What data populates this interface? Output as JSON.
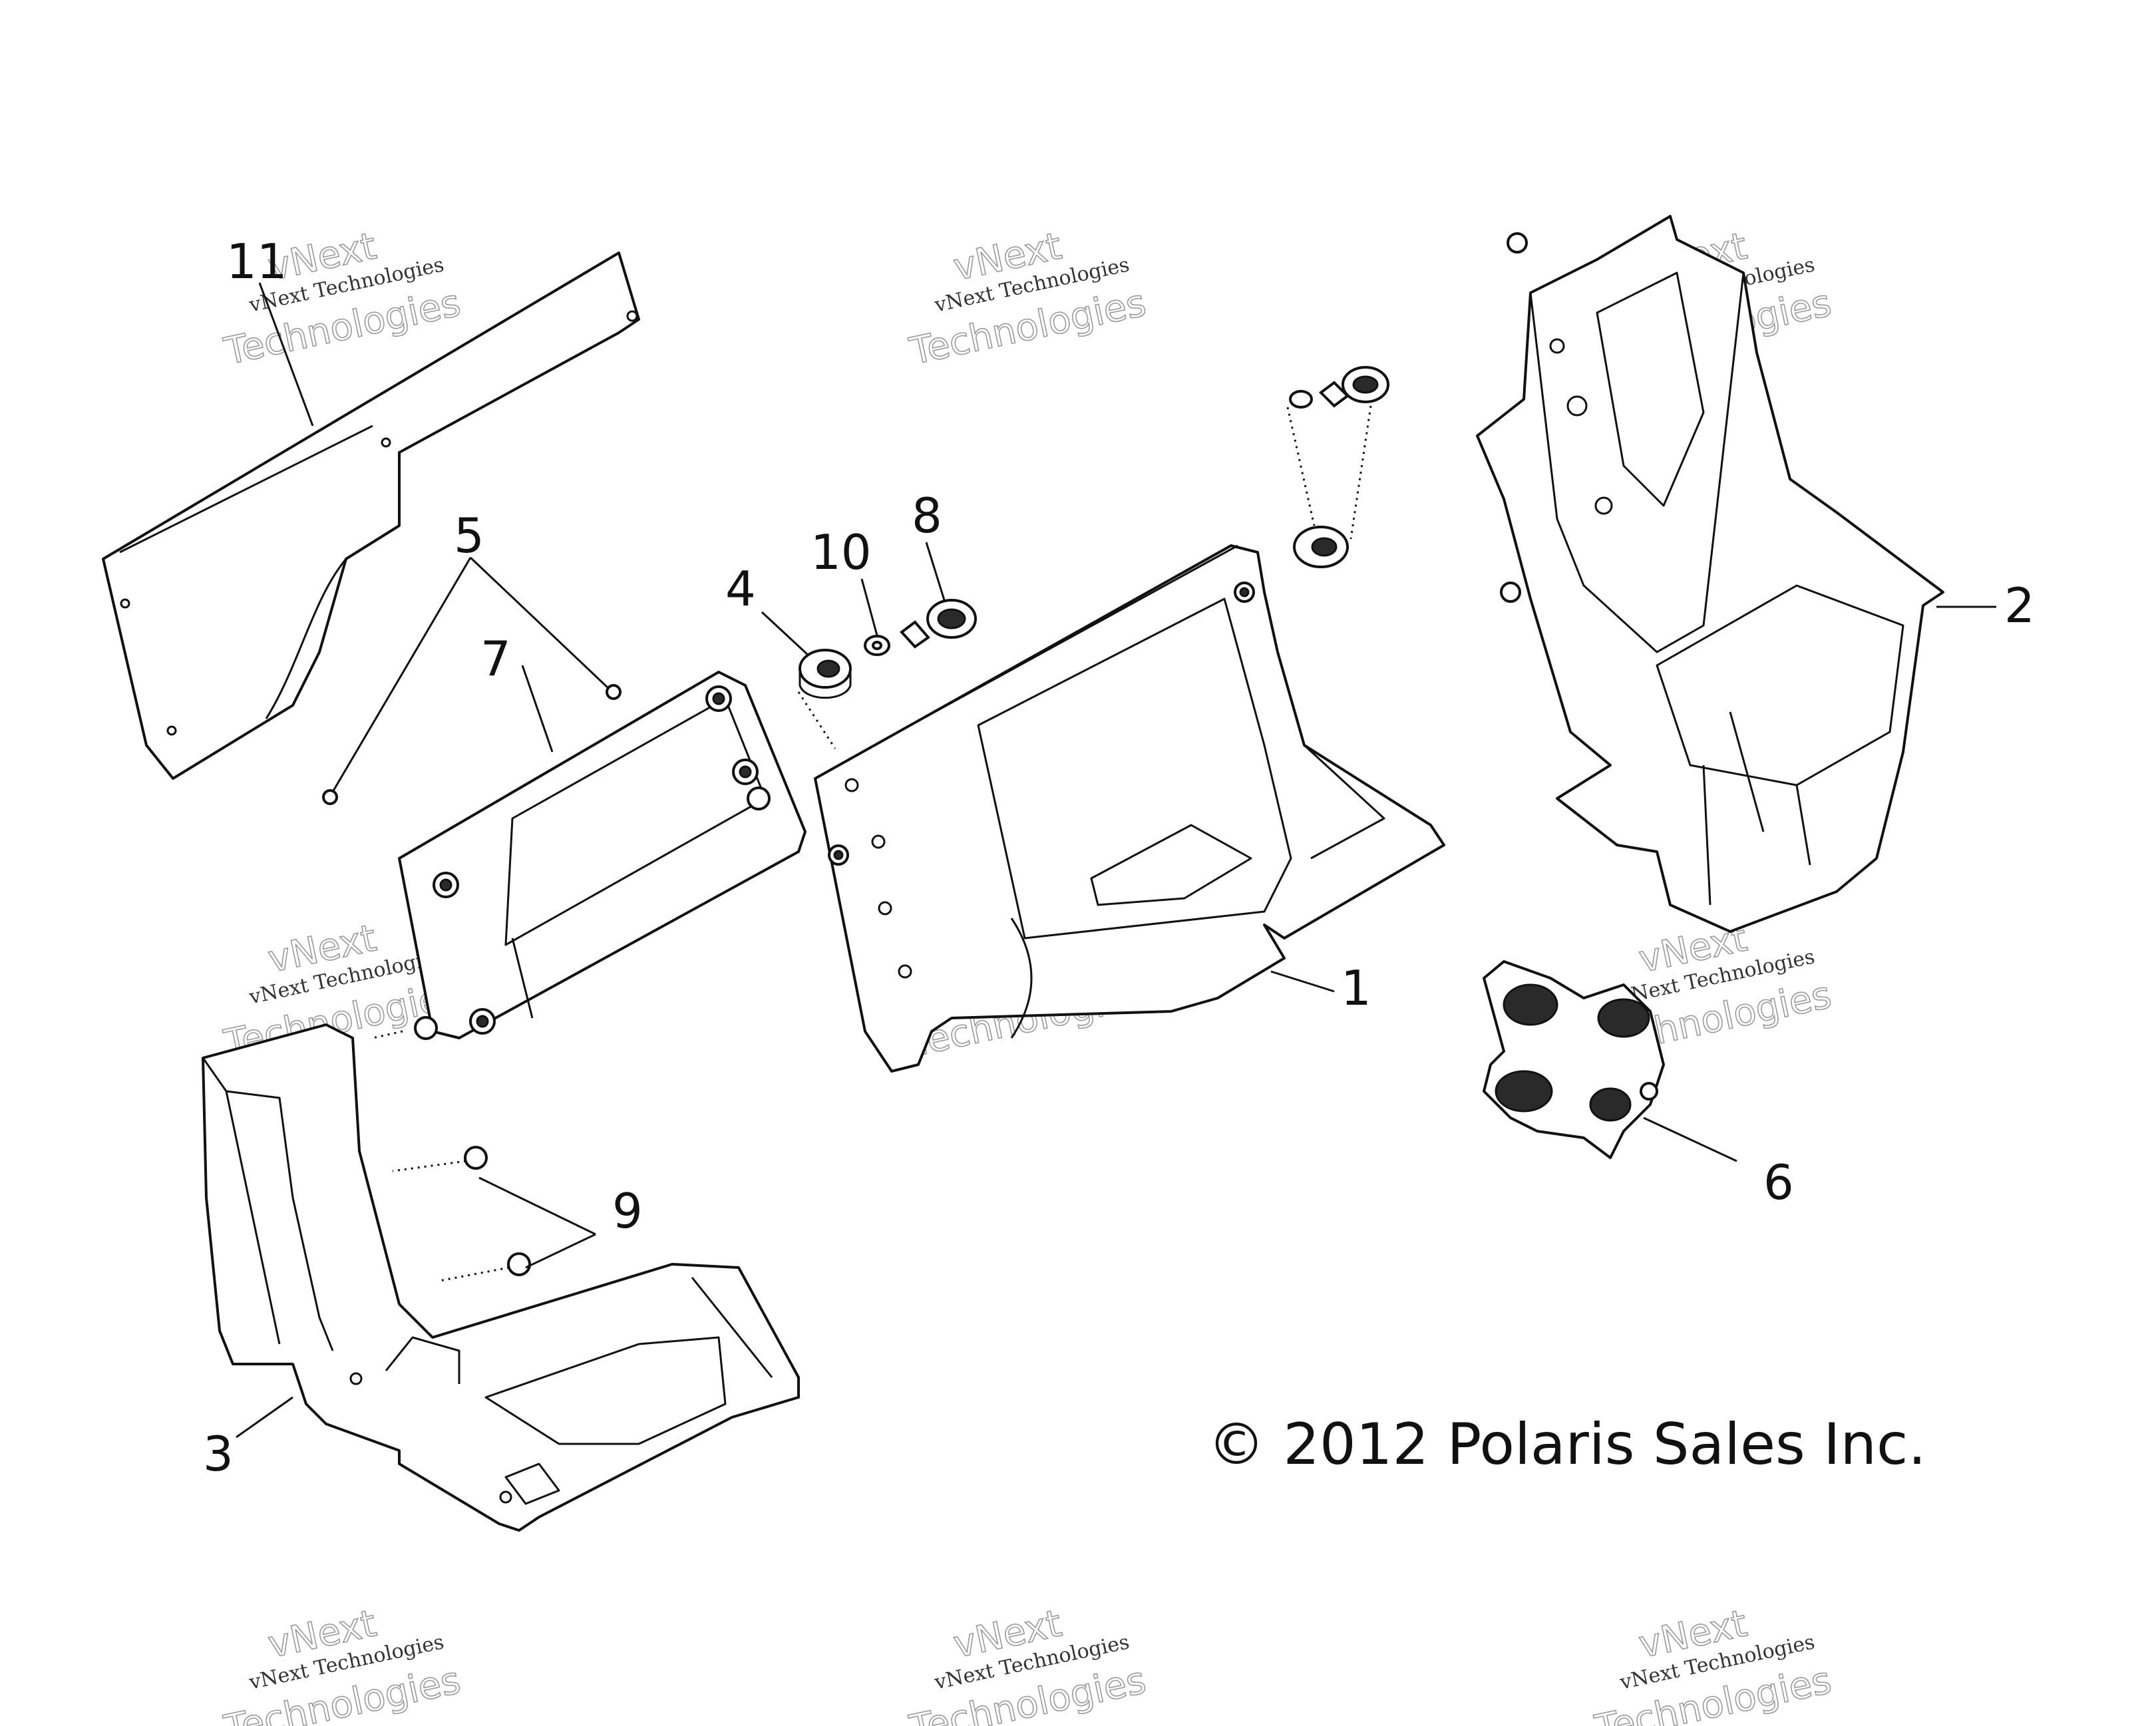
{
  "copyright": "© 2012 Polaris Sales Inc.",
  "watermark": {
    "line1": "vNext",
    "line2": "vNext Technologies",
    "line3": "Technologies"
  },
  "callouts": [
    "1",
    "2",
    "3",
    "4",
    "5",
    "6",
    "7",
    "8",
    "9",
    "10",
    "11"
  ],
  "colors": {
    "ink": "#111111",
    "watermark": "#9a9a9a"
  }
}
